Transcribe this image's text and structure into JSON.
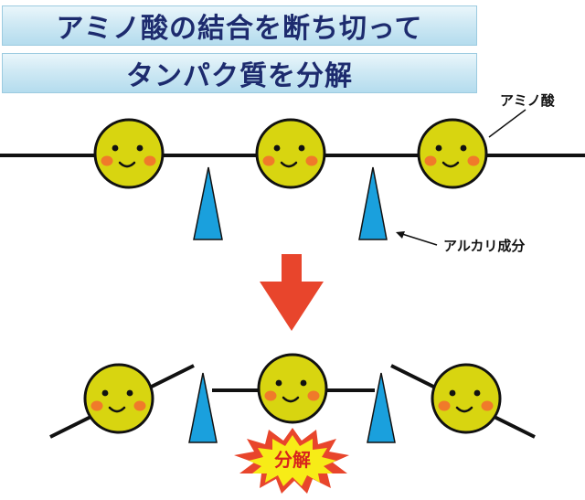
{
  "title_line1": "アミノ酸の結合を断ち切って",
  "title_line2": "タンパク質を分解",
  "labels": {
    "amino_acid": "アミノ酸",
    "alkali": "アルカリ成分",
    "decompose": "分解"
  },
  "colors": {
    "banner_text": "#1d2b6e",
    "face_fill": "#d8d510",
    "cheek": "#f07a2a",
    "wedge": "#1aa0dd",
    "arrow": "#e8452c",
    "burst_text": "#d8241c"
  }
}
